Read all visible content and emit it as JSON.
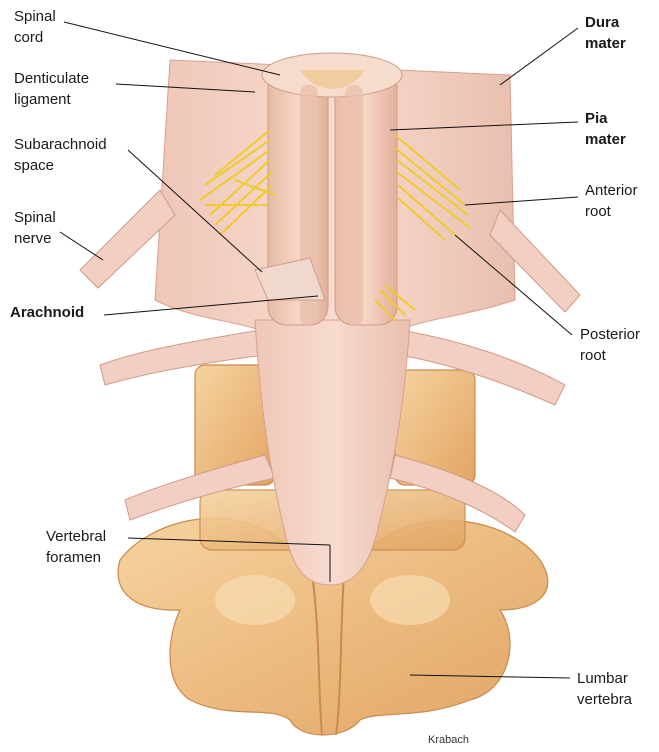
{
  "labels": {
    "spinal_cord": "Spinal\ncord",
    "denticulate_ligament": "Denticulate\nligament",
    "subarachnoid_space": "Subarachnoid\nspace",
    "spinal_nerve": "Spinal\nnerve",
    "arachnoid": "Arachnoid",
    "vertebral_foramen": "Vertebral\nforamen",
    "dura_mater": "Dura\nmater",
    "pia_mater": "Pia\nmater",
    "anterior_root": "Anterior\nroot",
    "posterior_root": "Posterior\nroot",
    "lumbar_vertebra": "Lumbar\nvertebra"
  },
  "credit": "Krabach",
  "colors": {
    "dura": "#f3d2c4",
    "dura_shade": "#e6b6a6",
    "bone": "#f2c58c",
    "bone_shade": "#d99a5a",
    "nerve_root": "#f2d040",
    "leader": "#111111"
  }
}
